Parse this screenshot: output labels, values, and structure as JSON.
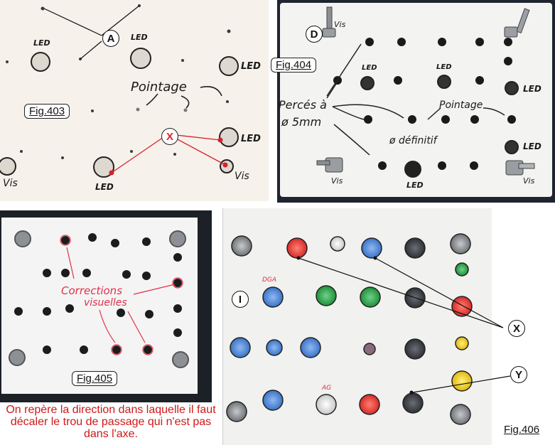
{
  "fig403": {
    "label": "Fig.403",
    "badge_a": "A",
    "badge_x": "X",
    "led": "LED",
    "vis": "Vis",
    "pointage": "Pointage"
  },
  "fig404": {
    "label": "Fig.404",
    "badge_d": "D",
    "vis": "Vis",
    "led": "LED",
    "perces_line1": "Percés à",
    "perces_line2": "ø 5mm",
    "pointage": "Pointage",
    "definitif": "ø définitif"
  },
  "fig405": {
    "label": "Fig.405",
    "corrections_line1": "Corrections",
    "corrections_line2": "visuelles"
  },
  "fig406": {
    "label": "Fig.406",
    "badge_i": "I",
    "badge_x": "X",
    "badge_y": "Y",
    "note_dga": "DGA",
    "note_ag": "AG"
  },
  "caption": "On repère la direction dans laquelle il faut décaler le trou de passage qui n'est pas dans l'axe.",
  "colors": {
    "annotation_red": "#e0304a",
    "caption_red": "#d01818",
    "button_red": "#e83838",
    "button_blue": "#4a86d8",
    "button_green": "#2fa84a",
    "button_yellow": "#f0d020",
    "button_dark": "#3c3f45"
  }
}
